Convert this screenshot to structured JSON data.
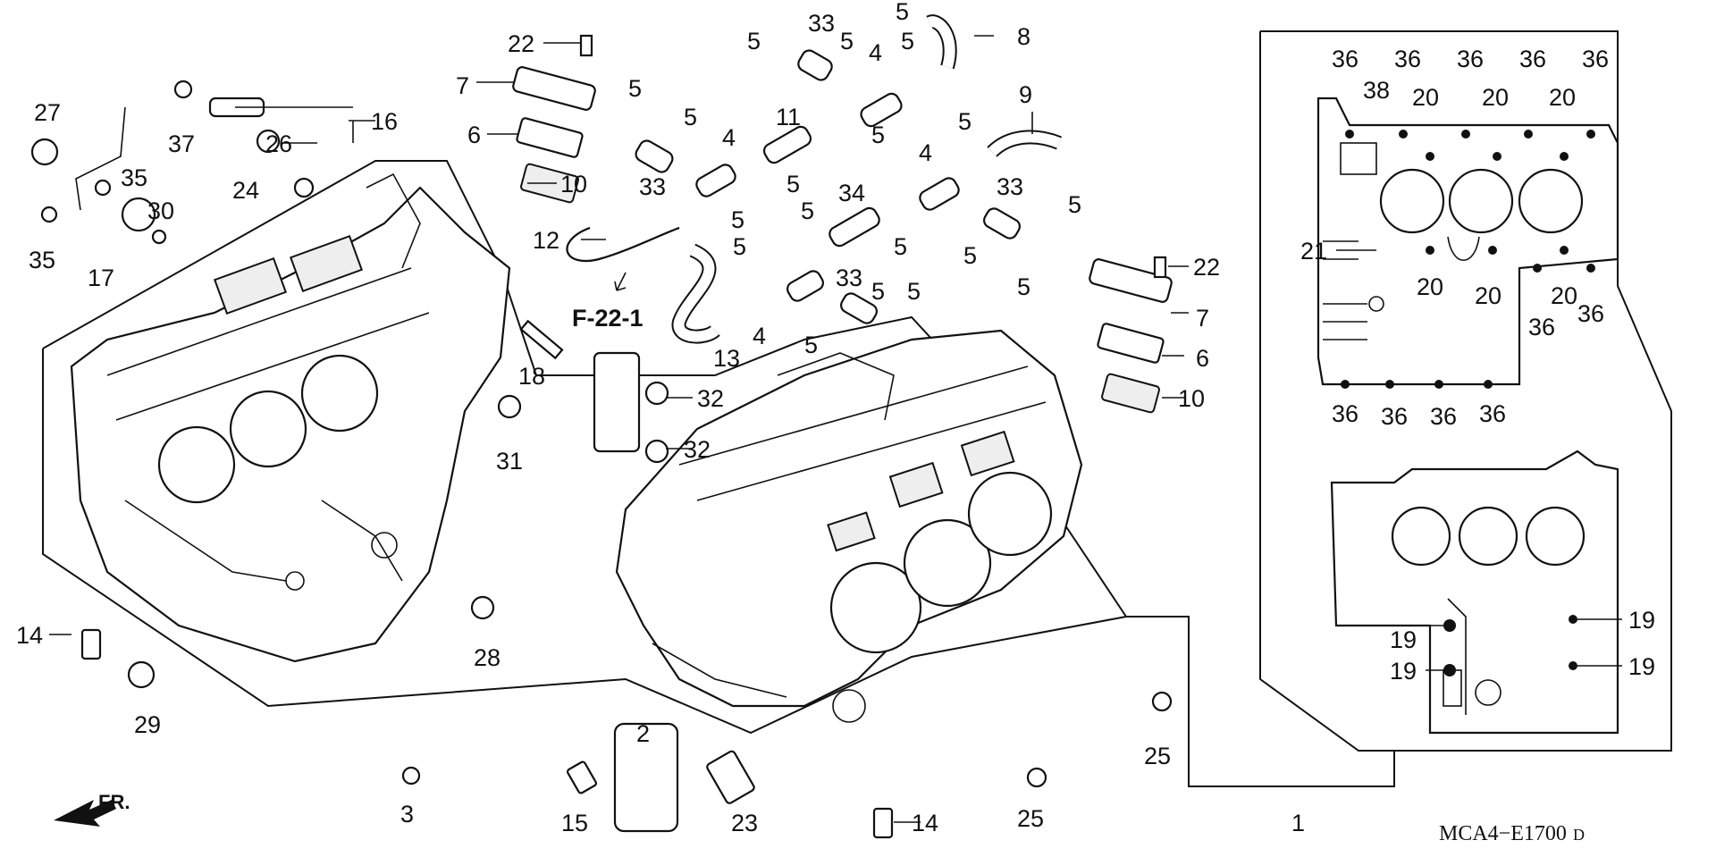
{
  "diagram": {
    "code": "MCA4−E1700",
    "code_suffix": "D",
    "reference": "F-22-1",
    "direction": "FR.",
    "callouts": {
      "c1": "1",
      "c2": "2",
      "c3": "3",
      "c4a": "4",
      "c4b": "4",
      "c4c": "4",
      "c4d": "4",
      "c5a": "5",
      "c5b": "5",
      "c5c": "5",
      "c5d": "5",
      "c5e": "5",
      "c5f": "5",
      "c5g": "5",
      "c5h": "5",
      "c5i": "5",
      "c5j": "5",
      "c5k": "5",
      "c5l": "5",
      "c5m": "5",
      "c5n": "5",
      "c5o": "5",
      "c5p": "5",
      "c5q": "5",
      "c5r": "5",
      "c5s": "5",
      "c6a": "6",
      "c6b": "6",
      "c7a": "7",
      "c7b": "7",
      "c8": "8",
      "c9": "9",
      "c10a": "10",
      "c10b": "10",
      "c11": "11",
      "c12": "12",
      "c13": "13",
      "c14a": "14",
      "c14b": "14",
      "c15": "15",
      "c16": "16",
      "c17": "17",
      "c18": "18",
      "c19a": "19",
      "c19b": "19",
      "c19c": "19",
      "c19d": "19",
      "c20a": "20",
      "c20b": "20",
      "c20c": "20",
      "c20d": "20",
      "c20e": "20",
      "c20f": "20",
      "c21": "21",
      "c22a": "22",
      "c22b": "22",
      "c23": "23",
      "c24": "24",
      "c25a": "25",
      "c25b": "25",
      "c26": "26",
      "c27": "27",
      "c28": "28",
      "c29": "29",
      "c30": "30",
      "c31": "31",
      "c32a": "32",
      "c32b": "32",
      "c33a": "33",
      "c33b": "33",
      "c33c": "33",
      "c33d": "33",
      "c34": "34",
      "c35a": "35",
      "c35b": "35",
      "c36a": "36",
      "c36b": "36",
      "c36c": "36",
      "c36d": "36",
      "c36e": "36",
      "c36f": "36",
      "c36g": "36",
      "c36h": "36",
      "c36i": "36",
      "c36j": "36",
      "c36k": "36",
      "c37": "37",
      "c38": "38"
    }
  }
}
